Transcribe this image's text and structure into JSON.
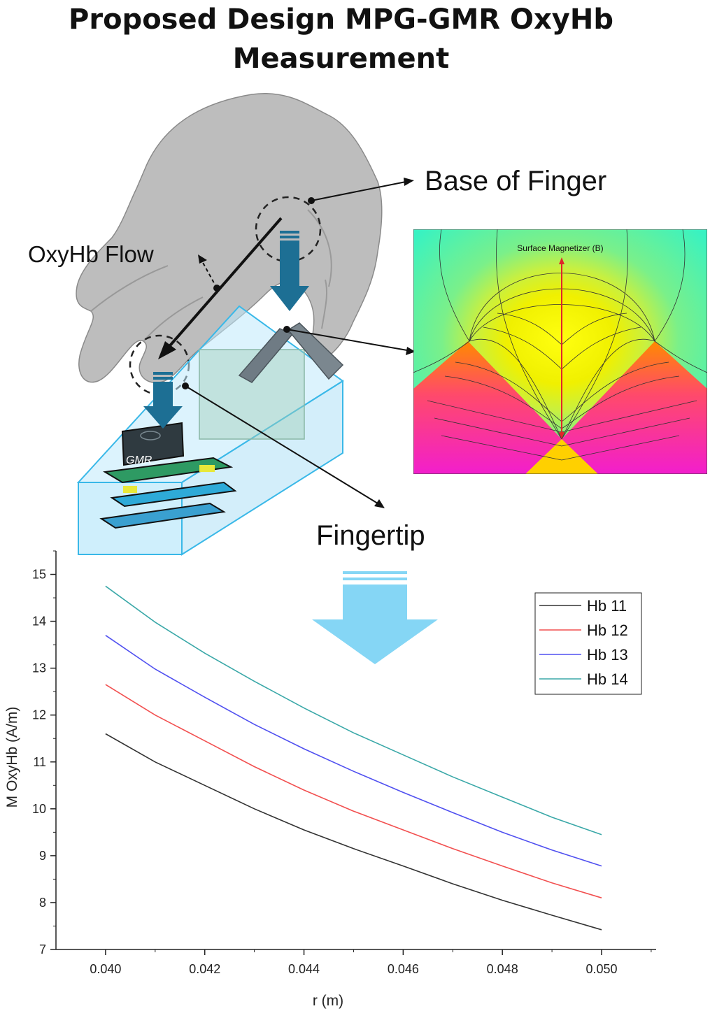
{
  "title": "Proposed Design MPG-GMR OxyHb Measurement",
  "callouts": {
    "base": "Base of Finger",
    "tip": "Fingertip",
    "flow": "OxyHb Flow",
    "chip": "GMR"
  },
  "field_plot": {
    "label": "Surface Magnetizer (B)",
    "colors": {
      "top": "#38f2c2",
      "mid": "#f5f000",
      "low": "#ff9a00",
      "pole": "#f21ecd"
    }
  },
  "colors": {
    "hand": "#bdbdbd",
    "arrow": "#1d6f94",
    "box": "#bfe9fb",
    "big_arrow": "#85d6f5"
  },
  "chart_data": {
    "type": "line",
    "xlabel": "r (m)",
    "ylabel": "M OxyHb (A/m)",
    "xlim": [
      0.039,
      0.0511
    ],
    "ylim": [
      7,
      15.5
    ],
    "xticks": [
      "0.040",
      "0.042",
      "0.044",
      "0.046",
      "0.048",
      "0.050"
    ],
    "yticks": [
      "7",
      "8",
      "9",
      "10",
      "11",
      "12",
      "13",
      "14",
      "15"
    ],
    "legend_position": "top-right",
    "x": [
      0.04,
      0.041,
      0.042,
      0.043,
      0.044,
      0.045,
      0.046,
      0.047,
      0.048,
      0.049,
      0.05
    ],
    "series": [
      {
        "name": "Hb 11",
        "color": "#333333",
        "values": [
          11.6,
          11.0,
          10.5,
          10.0,
          9.55,
          9.15,
          8.78,
          8.4,
          8.05,
          7.73,
          7.42
        ]
      },
      {
        "name": "Hb 12",
        "color": "#f25050",
        "values": [
          12.65,
          12.0,
          11.45,
          10.9,
          10.4,
          9.95,
          9.55,
          9.15,
          8.78,
          8.42,
          8.1
        ]
      },
      {
        "name": "Hb 13",
        "color": "#5050f0",
        "values": [
          13.7,
          12.98,
          12.38,
          11.8,
          11.28,
          10.8,
          10.35,
          9.92,
          9.5,
          9.12,
          8.78
        ]
      },
      {
        "name": "Hb 14",
        "color": "#3aa8a8",
        "values": [
          14.75,
          13.98,
          13.32,
          12.72,
          12.15,
          11.62,
          11.15,
          10.68,
          10.25,
          9.82,
          9.45
        ]
      }
    ]
  }
}
